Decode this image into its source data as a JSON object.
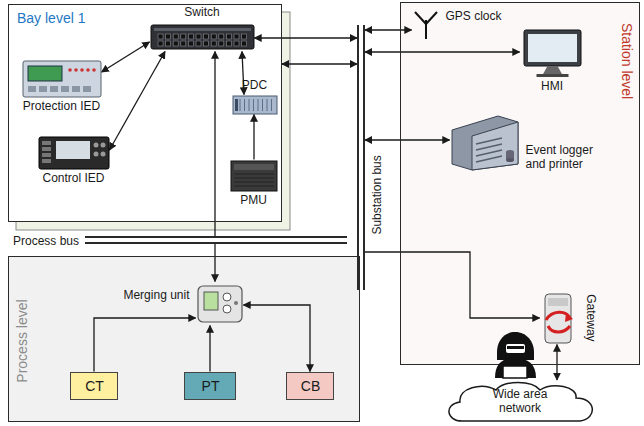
{
  "diagram": {
    "nodes": [
      {
        "text": [
          "Bay level 1"
        ]
      },
      {
        "text": [
          "Switch"
        ],
        "in": 0
      },
      {
        "text": [
          "Protection IED"
        ],
        "in": 0
      },
      {
        "text": [
          "Control IED"
        ],
        "in": 0
      },
      {
        "text": [
          "PDC"
        ],
        "in": 0
      },
      {
        "text": [
          "PMU"
        ],
        "in": 0
      },
      {
        "text": [
          "Process bus"
        ]
      },
      {
        "text": [
          "Substation bus"
        ]
      },
      {
        "text": [
          "Process level"
        ]
      },
      {
        "text": [
          "Merging unit"
        ],
        "in": 8
      },
      {
        "text": [
          "CT"
        ],
        "in": 8
      },
      {
        "text": [
          "PT"
        ],
        "in": 8
      },
      {
        "text": [
          "CB"
        ],
        "in": 8
      },
      {
        "text": [
          "Station level"
        ]
      },
      {
        "text": [
          "GPS clock"
        ],
        "in": 13
      },
      {
        "text": [
          "HMI"
        ],
        "in": 13
      },
      {
        "text": [
          "Event logger and printer"
        ],
        "in": 13
      },
      {
        "text": [
          "Gateway"
        ],
        "in": 13
      },
      {
        "text": [
          "Wide area network"
        ]
      }
    ],
    "edges": [
      {
        "from": 2,
        "to": 1,
        "arrow": "both"
      },
      {
        "from": 3,
        "to": 1,
        "arrow": "both"
      },
      {
        "from": 1,
        "to": 4,
        "arrow": "both"
      },
      {
        "from": 5,
        "to": 4,
        "arrow": "to"
      },
      {
        "from": 1,
        "to": 7,
        "arrow": "both"
      },
      {
        "from": 0,
        "to": 7,
        "arrow": "both"
      },
      {
        "from": 6,
        "to": 1,
        "arrow": "to"
      },
      {
        "from": 6,
        "to": 9,
        "arrow": "to"
      },
      {
        "from": 10,
        "to": 9,
        "arrow": "to"
      },
      {
        "from": 11,
        "to": 9,
        "arrow": "to"
      },
      {
        "from": 9,
        "to": 12,
        "arrow": "both"
      },
      {
        "from": 7,
        "to": 14,
        "arrow": "both"
      },
      {
        "from": 7,
        "to": 15,
        "arrow": "both"
      },
      {
        "from": 7,
        "to": 16,
        "arrow": "both"
      },
      {
        "from": 7,
        "to": 17,
        "arrow": "to"
      },
      {
        "from": 17,
        "to": 18,
        "arrow": "both"
      }
    ]
  }
}
